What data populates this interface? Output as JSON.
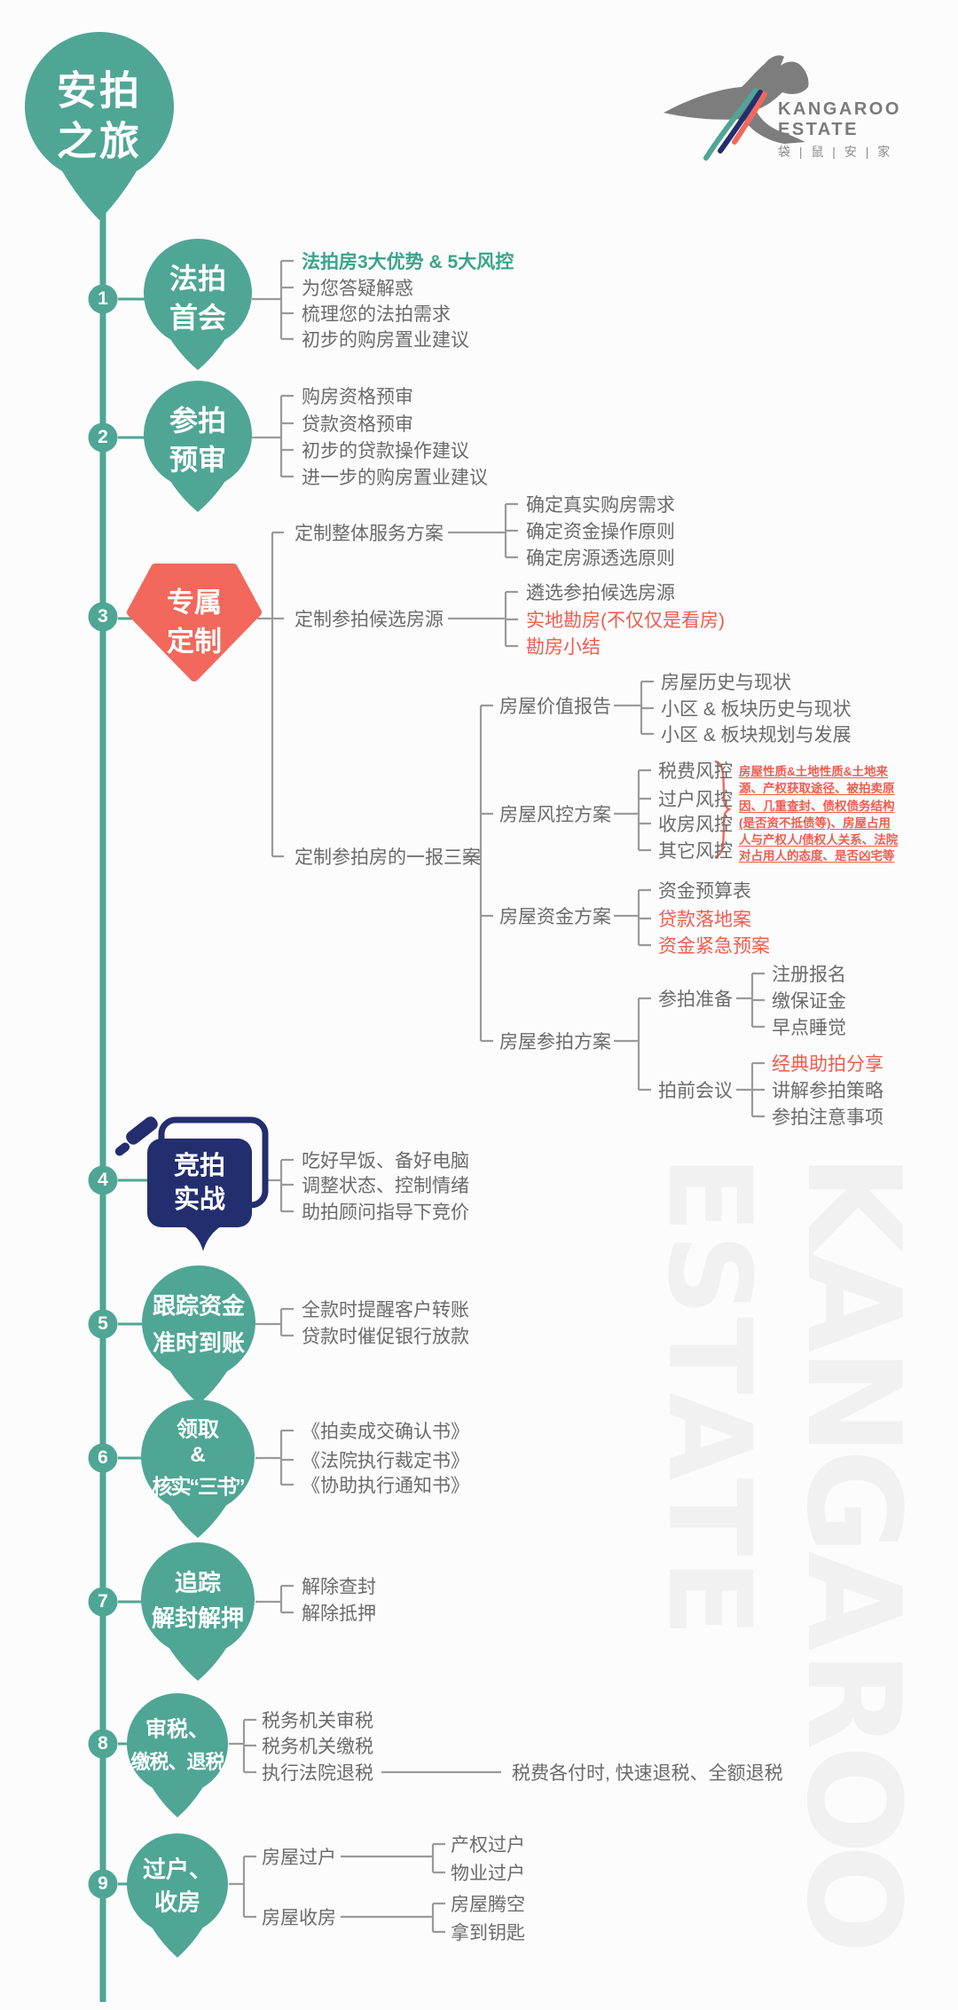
{
  "title": {
    "line1": "安拍",
    "line2": "之旅"
  },
  "logo": {
    "brand1": "KANGAROO",
    "brand2": "ESTATE",
    "cn": "袋 | 鼠 | 安 | 家"
  },
  "watermark": {
    "left": "ESTATE",
    "right": "KANGAROO"
  },
  "colors": {
    "teal": "#4FA695",
    "coral": "#F2685C",
    "navy": "#232E6F",
    "text": "#6B6B6B",
    "line": "#9A9A9A",
    "teal_text": "#3BA38C",
    "red_text": "#F15B4F",
    "watermark": "#F1F1F1"
  },
  "s1": {
    "n": "1",
    "t1": "法拍",
    "t2": "首会",
    "i": [
      "法拍房3大优势 & 5大风控",
      "为您答疑解惑",
      "梳理您的法拍需求",
      "初步的购房置业建议"
    ]
  },
  "s2": {
    "n": "2",
    "t1": "参拍",
    "t2": "预审",
    "i": [
      "购房资格预审",
      "贷款资格预审",
      "初步的贷款操作建议",
      "进一步的购房置业建议"
    ]
  },
  "s3": {
    "n": "3",
    "t1": "专属",
    "t2": "定制",
    "g1": {
      "t": "定制整体服务方案",
      "i": [
        "确定真实购房需求",
        "确定资金操作原则",
        "确定房源透选原则"
      ]
    },
    "g2": {
      "t": "定制参拍候选房源",
      "i": [
        "遴选参拍候选房源",
        "实地勘房(不仅仅是看房)",
        "勘房小结"
      ]
    },
    "g3": {
      "t": "定制参拍房的一报三案",
      "r1": {
        "t": "房屋价值报告",
        "i": [
          "房屋历史与现状",
          "小区 & 板块历史与现状",
          "小区 & 板块规划与发展"
        ]
      },
      "r2": {
        "t": "房屋风控方案",
        "i": [
          "税费风控",
          "过户风控",
          "收房风控",
          "其它风控"
        ],
        "note": [
          "房屋性质&土地性质&土地来",
          "源、产权获取途径、被拍卖原",
          "因、几重查封、债权债务结构",
          "(是否资不抵债等)、房屋占用",
          "人与产权人/债权人关系、法院",
          "对占用人的态度、是否凶宅等"
        ]
      },
      "r3": {
        "t": "房屋资金方案",
        "i": [
          "资金预算表",
          "贷款落地案",
          "资金紧急预案"
        ]
      },
      "r4": {
        "t": "房屋参拍方案",
        "p1": {
          "t": "参拍准备",
          "i": [
            "注册报名",
            "缴保证金",
            "早点睡觉"
          ]
        },
        "p2": {
          "t": "拍前会议",
          "i": [
            "经典助拍分享",
            "讲解参拍策略",
            "参拍注意事项"
          ]
        }
      }
    }
  },
  "s4": {
    "n": "4",
    "t1": "竞拍",
    "t2": "实战",
    "i": [
      "吃好早饭、备好电脑",
      "调整状态、控制情绪",
      "助拍顾问指导下竞价"
    ]
  },
  "s5": {
    "n": "5",
    "t1": "跟踪资金",
    "t2": "准时到账",
    "i": [
      "全款时提醒客户转账",
      "贷款时催促银行放款"
    ]
  },
  "s6": {
    "n": "6",
    "t1": "领取",
    "t2": "&",
    "t3": "核实“三书”",
    "i": [
      "《拍卖成交确认书》",
      "《法院执行裁定书》",
      "《协助执行通知书》"
    ]
  },
  "s7": {
    "n": "7",
    "t1": "追踪",
    "t2": "解封解押",
    "i": [
      "解除查封",
      "解除抵押"
    ]
  },
  "s8": {
    "n": "8",
    "t1": "审税、",
    "t2": "缴税、退税",
    "i": [
      "税务机关审税",
      "税务机关缴税",
      "执行法院退税"
    ],
    "extra": "税费各付时, 快速退税、全额退税"
  },
  "s9": {
    "n": "9",
    "t1": "过户、",
    "t2": "收房",
    "g1": {
      "t": "房屋过户",
      "i": [
        "产权过户",
        "物业过户"
      ]
    },
    "g2": {
      "t": "房屋收房",
      "i": [
        "房屋腾空",
        "拿到钥匙"
      ]
    }
  }
}
